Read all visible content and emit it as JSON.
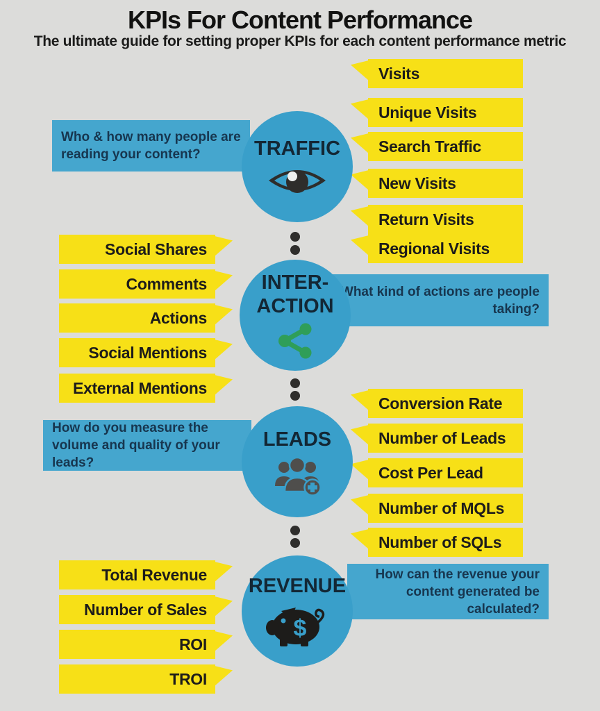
{
  "header": {
    "title": "KPIs For Content Performance",
    "subtitle": "The ultimate guide for setting proper KPIs for each content performance metric"
  },
  "colors": {
    "bg": "#dcdcda",
    "circle-blue": "#399fca",
    "box-blue": "#45a6ce",
    "yellow": "#f7e017",
    "navy": "#17364f",
    "green": "#2f9e58"
  },
  "sections": {
    "traffic": {
      "label": "TRAFFIC",
      "icon": "eye-icon",
      "question": "Who & how many people are reading your content?",
      "kpis": [
        "Visits",
        "Unique Visits",
        "Search Traffic",
        "New Visits",
        "Return Visits",
        "Regional Visits"
      ]
    },
    "interaction": {
      "label_line1": "INTER-",
      "label_line2": "ACTION",
      "icon": "share-icon",
      "question": "What kind of actions are people taking?",
      "kpis": [
        "Social Shares",
        "Comments",
        "Actions",
        "Social Mentions",
        "External Mentions"
      ]
    },
    "leads": {
      "label": "LEADS",
      "icon": "group-add-icon",
      "question": "How do you measure the volume and quality of your leads?",
      "kpis": [
        "Conversion Rate",
        "Number of Leads",
        "Cost Per Lead",
        "Number of MQLs",
        "Number of SQLs"
      ]
    },
    "revenue": {
      "label": "REVENUE",
      "icon": "piggy-bank-icon",
      "question": "How can the revenue your content generated be calculated?",
      "kpis": [
        "Total Revenue",
        "Number of Sales",
        "ROI",
        "TROI"
      ]
    }
  }
}
